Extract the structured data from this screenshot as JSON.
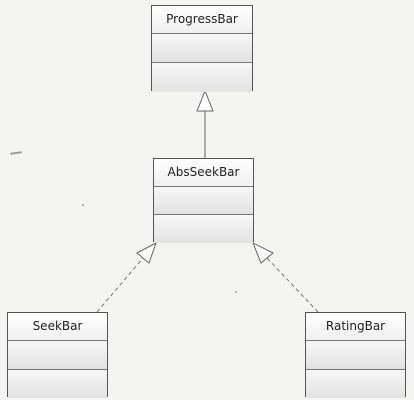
{
  "diagram": {
    "classes": [
      {
        "id": "progressbar",
        "name": "ProgressBar"
      },
      {
        "id": "absseekbar",
        "name": "AbsSeekBar"
      },
      {
        "id": "seekbar",
        "name": "SeekBar"
      },
      {
        "id": "ratingbar",
        "name": "RatingBar"
      }
    ],
    "relations": [
      {
        "from": "absseekbar",
        "to": "progressbar",
        "type": "inheritance",
        "line": "solid"
      },
      {
        "from": "seekbar",
        "to": "absseekbar",
        "type": "realization",
        "line": "dashed"
      },
      {
        "from": "ratingbar",
        "to": "absseekbar",
        "type": "realization",
        "line": "dashed"
      }
    ],
    "line_color": "#666666"
  }
}
